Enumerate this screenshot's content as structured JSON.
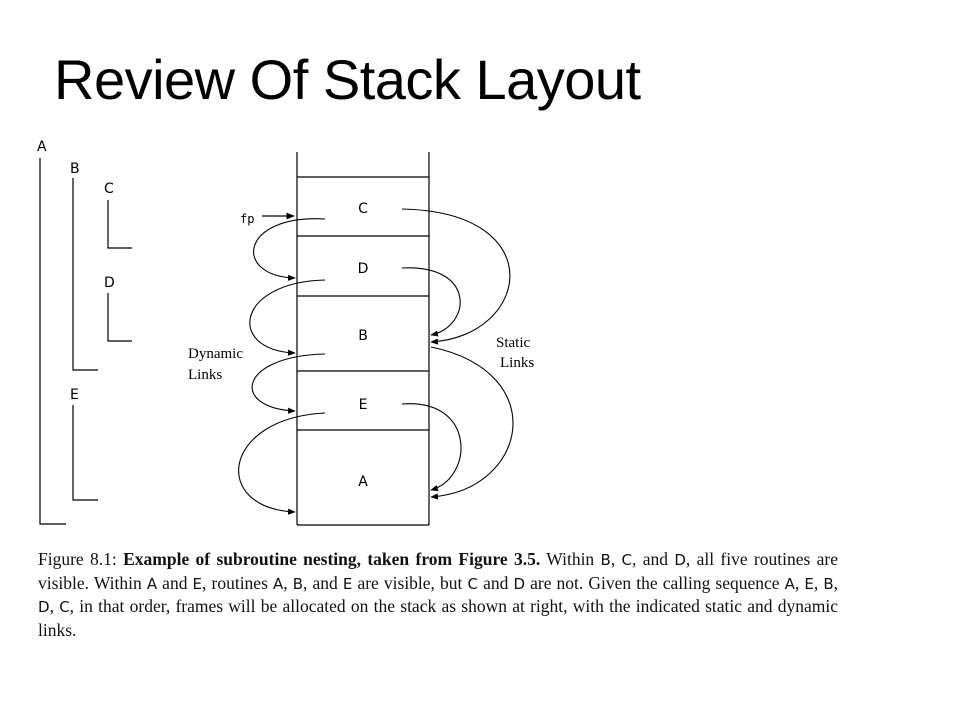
{
  "title": "Review Of Stack Layout",
  "nesting": {
    "A": "A",
    "B": "B",
    "C": "C",
    "D": "D",
    "E": "E"
  },
  "stack": {
    "frames": [
      "C",
      "D",
      "B",
      "E",
      "A"
    ],
    "fp_label": "fp"
  },
  "labels": {
    "dynamic_line1": "Dynamic",
    "dynamic_line2": "Links",
    "static_line1": "Static",
    "static_line2": "Links"
  },
  "caption": {
    "figure_label": "Figure 8.1:",
    "bold": "Example of subroutine nesting, taken from Figure 3.5.",
    "s1": "Within",
    "B": "B",
    "comma1": ",",
    "C": "C",
    "s2": ", and",
    "D": "D",
    "s3": ", all five routines are visible. Within",
    "A": "A",
    "s4": "and",
    "E": "E",
    "s5": ", routines",
    "A2": "A",
    "comma2": ",",
    "B2": "B",
    "s6": ", and",
    "E2": "E",
    "s7": "are visible, but",
    "C2": "C",
    "s8": "and",
    "D2": "D",
    "s9": "are not. Given the calling sequence",
    "A3": "A",
    "comma3": ",",
    "E3": "E",
    "comma4": ",",
    "B3": "B",
    "comma5": ",",
    "D3": "D",
    "comma6": ",",
    "C3": "C",
    "s10": ", in that order, frames will be allocated on the stack as shown at right, with the indicated static and dynamic links."
  }
}
